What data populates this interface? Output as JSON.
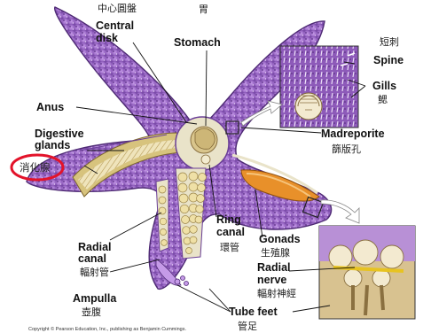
{
  "labels": {
    "central_disk_zh": "中心圓盤",
    "central_disk": "Central\ndisk",
    "stomach_zh": "胃",
    "stomach": "Stomach",
    "spine_zh": "短刺",
    "spine": "Spine",
    "gills": "Gills",
    "gills_zh": "鰓",
    "anus": "Anus",
    "digestive_glands": "Digestive\nglands",
    "digestive_glands_zh": "消化腺",
    "madreporite": "Madreporite",
    "madreporite_zh": "篩版孔",
    "radial_canal": "Radial\ncanal",
    "radial_canal_zh": "輻射管",
    "ring_canal": "Ring\ncanal",
    "ring_canal_zh": "環管",
    "gonads": "Gonads",
    "gonads_zh": "生殖腺",
    "radial_nerve": "Radial\nnerve",
    "radial_nerve_zh": "輻射神經",
    "ampulla": "Ampulla",
    "ampulla_zh": "壺腹",
    "tube_feet": "Tube feet",
    "tube_feet_zh": "管足"
  },
  "copyright": "Copyright © Pearson Education, Inc., publishing as Benjamin Cummings.",
  "colors": {
    "body": "#9d6cc8",
    "body_dark": "#6a3f96",
    "highlight": "#e3132a",
    "gonad": "#e8902a",
    "gland": "#e7d9a6"
  }
}
